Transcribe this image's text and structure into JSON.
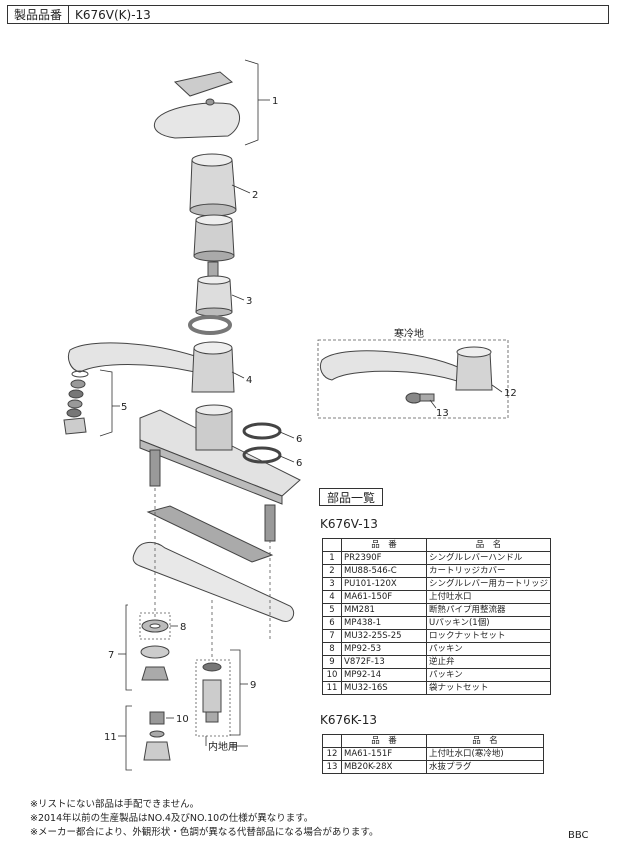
{
  "header": {
    "label": "製品品番",
    "value": "K676V(K)-13"
  },
  "callouts": [
    "1",
    "2",
    "3",
    "4",
    "5",
    "6",
    "6",
    "7",
    "8",
    "9",
    "10",
    "11",
    "12",
    "13"
  ],
  "cold_region_label": "寒冷地",
  "domestic_label": "内地用",
  "parts_title": "部品一覧",
  "table1": {
    "caption": "K676V-13",
    "headers": [
      "品　番",
      "品　名"
    ],
    "rows": [
      [
        "1",
        "PR2390F",
        "シングルレバーハンドル"
      ],
      [
        "2",
        "MU88-546-C",
        "カートリッジカバー"
      ],
      [
        "3",
        "PU101-120X",
        "シングルレバー用カートリッジ"
      ],
      [
        "4",
        "MA61-150F",
        "上付吐水口"
      ],
      [
        "5",
        "MM281",
        "断熱パイプ用整流器"
      ],
      [
        "6",
        "MP438-1",
        "Uパッキン(1個)"
      ],
      [
        "7",
        "MU32-25S-25",
        "ロックナットセット"
      ],
      [
        "8",
        "MP92-53",
        "パッキン"
      ],
      [
        "9",
        "V872F-13",
        "逆止弁"
      ],
      [
        "10",
        "MP92-14",
        "パッキン"
      ],
      [
        "11",
        "MU32-16S",
        "袋ナットセット"
      ]
    ]
  },
  "table2": {
    "caption": "K676K-13",
    "headers": [
      "品　番",
      "品　名"
    ],
    "rows": [
      [
        "12",
        "MA61-151F",
        "上付吐水口(寒冷地)"
      ],
      [
        "13",
        "MB20K-28X",
        "水抜プラグ"
      ]
    ]
  },
  "notes": [
    "※リストにない部品は手配できません。",
    "※2014年以前の生産製品はNO.4及びNO.10の仕様が異なります。",
    "※メーカー都合により、外観形状・色調が異なる代替部品になる場合があります。"
  ],
  "footer_code": "BBC"
}
